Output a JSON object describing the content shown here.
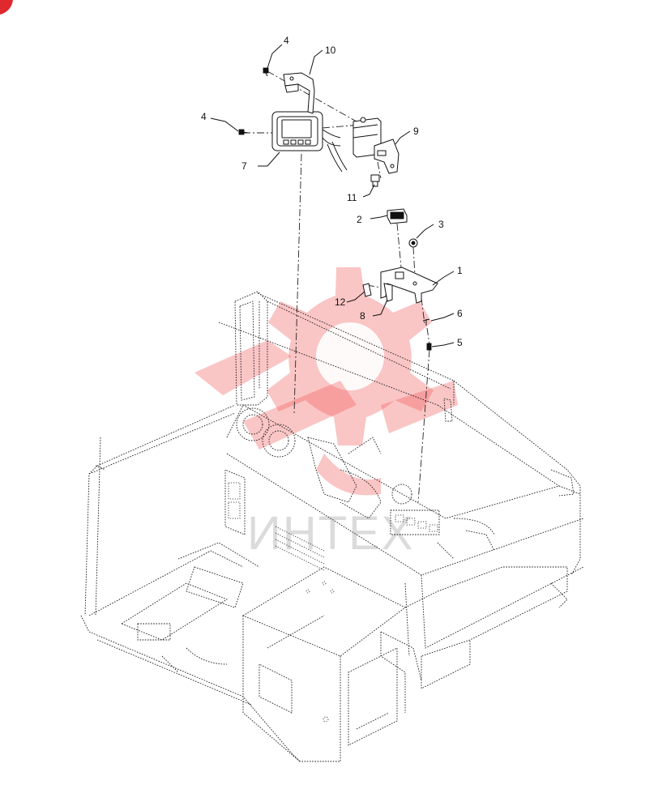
{
  "diagram": {
    "callouts": [
      {
        "id": "c1",
        "label": "1"
      },
      {
        "id": "c2",
        "label": "2"
      },
      {
        "id": "c3",
        "label": "3"
      },
      {
        "id": "c4a",
        "label": "4"
      },
      {
        "id": "c4b",
        "label": "4"
      },
      {
        "id": "c5",
        "label": "5"
      },
      {
        "id": "c6",
        "label": "6"
      },
      {
        "id": "c7",
        "label": "7"
      },
      {
        "id": "c8",
        "label": "8"
      },
      {
        "id": "c9",
        "label": "9"
      },
      {
        "id": "c10",
        "label": "10"
      },
      {
        "id": "c11",
        "label": "11"
      },
      {
        "id": "c12",
        "label": "12"
      }
    ],
    "watermark_text": "ИНТЕХ",
    "colors": {
      "line": "#111111",
      "watermark": "#f15a5a",
      "corner_badge": "#e0282f"
    }
  }
}
